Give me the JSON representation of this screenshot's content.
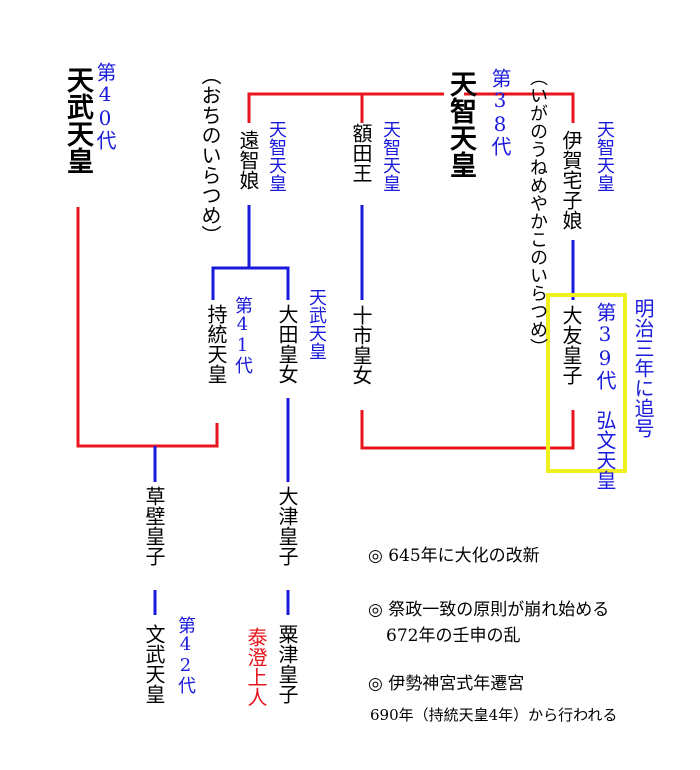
{
  "people": {
    "tenmu": {
      "gen": "第40代",
      "name": "天武天皇"
    },
    "tenji": {
      "gen": "第38代",
      "name": "天智天皇"
    },
    "ochinoiratsume": {
      "name": "遠智娘",
      "reading": "（おちのいらつめ）",
      "parent": "天智天皇"
    },
    "nukata": {
      "name": "額田王",
      "parent": "天智天皇"
    },
    "iganouneme": {
      "name": "伊賀宅子娘",
      "reading": "（いがのうねめやかこのいらつめ）",
      "parent": "天智天皇"
    },
    "jito": {
      "gen": "第41代",
      "name": "持統天皇"
    },
    "oku": {
      "name": "大田皇女",
      "parent": "天武天皇"
    },
    "tochi": {
      "name": "十市皇女"
    },
    "otomo": {
      "name": "大友皇子",
      "gen": "第39代",
      "title": "弘文天皇",
      "note": "明治三年に追号"
    },
    "kusakabe": {
      "name": "草壁皇子"
    },
    "mommu": {
      "name": "文武天皇",
      "gen": "第42代"
    },
    "otsu": {
      "name": "大津皇子"
    },
    "awatsu": {
      "name": "粟津皇子",
      "alias": "泰澄上人"
    }
  },
  "notes": [
    "◎ 645年に大化の改新",
    "◎ 祭政一致の原則が崩れ始める",
    "672年の壬申の乱",
    "◎ 伊勢神宮式年遷宮",
    "690年（持統天皇4年）から行われる"
  ],
  "colors": {
    "red": "#e8141e",
    "blue": "#1a1adc",
    "highlight": "#f0f01e",
    "text": "#000000"
  }
}
